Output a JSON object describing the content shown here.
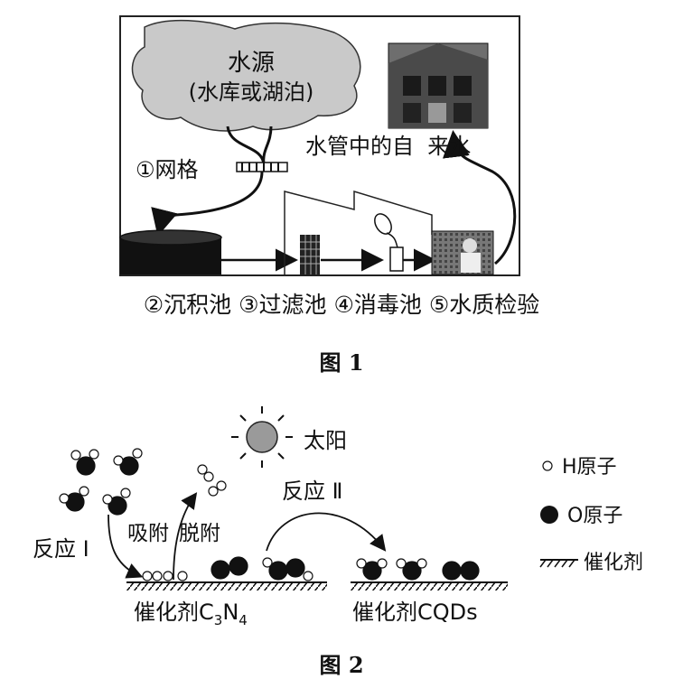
{
  "figure1": {
    "caption": "图 1",
    "water_source": {
      "line1": "水源",
      "line2": "(水库或湖泊)"
    },
    "step1_label": "①网格",
    "tap_water_label": "水管中的自  来水",
    "bottom_steps": "②沉积池 ③过滤池 ④消毒池 ⑤水质检验"
  },
  "figure2": {
    "caption": "图 2",
    "sun_label": "太阳",
    "reaction1_label": "反应 Ⅰ",
    "reaction2_label": "反应 Ⅱ",
    "adsorb_label": "吸附",
    "desorb_label": "脱附",
    "catalyst1_prefix": "催化剂C",
    "catalyst1_sub1": "3",
    "catalyst1_mid": "N",
    "catalyst1_sub2": "4",
    "catalyst2_label": "催化剂CQDs",
    "legend": {
      "h_atom": "H原子",
      "o_atom": "O原子",
      "catalyst": "催化剂"
    }
  }
}
